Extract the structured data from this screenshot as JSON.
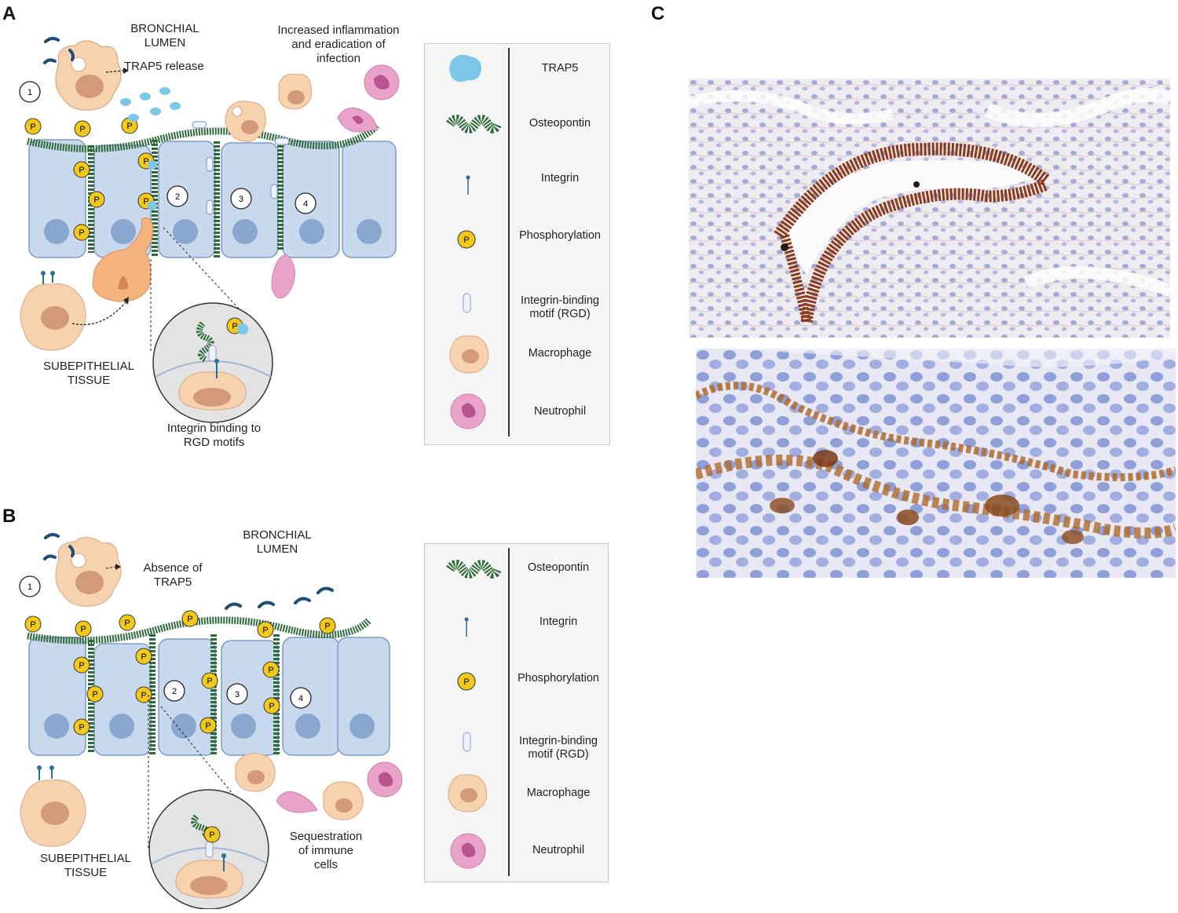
{
  "panels": {
    "a": {
      "letter": "A",
      "lumen_label": "BRONCHIAL\nLUMEN",
      "release_label": "TRAP5 release",
      "inflammation_label": "Increased inflammation\nand eradication of\ninfection",
      "tissue_label": "SUBEPITHELIAL\nTISSUE",
      "zoom_caption": "Integrin binding to\nRGD motifs",
      "steps": [
        "1",
        "2",
        "3",
        "4"
      ]
    },
    "b": {
      "letter": "B",
      "lumen_label": "BRONCHIAL\nLUMEN",
      "absence_label": "Absence of\nTRAP5",
      "tissue_label": "SUBEPITHELIAL\nTISSUE",
      "sequestration_label": "Sequestration\nof immune\ncells",
      "steps": [
        "1",
        "2",
        "3",
        "4"
      ]
    },
    "c": {
      "letter": "C"
    }
  },
  "phospho_symbol": "P",
  "legend_a": [
    {
      "icon": "trap5-icon",
      "label": "TRAP5"
    },
    {
      "icon": "osteopontin-icon",
      "label": "Osteopontin"
    },
    {
      "icon": "integrin-icon",
      "label": "Integrin"
    },
    {
      "icon": "phosphorylation-icon",
      "label": "Phosphorylation"
    },
    {
      "icon": "rgd-motif-icon",
      "label": "Integrin-binding\nmotif (RGD)"
    },
    {
      "icon": "macrophage-icon",
      "label": "Macrophage"
    },
    {
      "icon": "neutrophil-icon",
      "label": "Neutrophil"
    }
  ],
  "legend_b": [
    {
      "icon": "osteopontin-icon",
      "label": "Osteopontin"
    },
    {
      "icon": "integrin-icon",
      "label": "Integrin"
    },
    {
      "icon": "phosphorylation-icon",
      "label": "Phosphorylation"
    },
    {
      "icon": "rgd-motif-icon",
      "label": "Integrin-binding\nmotif (RGD)"
    },
    {
      "icon": "macrophage-icon",
      "label": "Macrophage"
    },
    {
      "icon": "neutrophil-icon",
      "label": "Neutrophil"
    }
  ],
  "colors": {
    "cell": "#c8d9ee",
    "cell_border": "#7b9bc9",
    "nucleus": "#8aa7cf",
    "osteopontin": "#2f6b3a",
    "phospho": "#f2c81a",
    "trap5": "#7cc7e8",
    "macrophage": "#f6d3ae",
    "macrophage_nucleus": "#d29a78",
    "neutrophil": "#e9a3c9",
    "bacteria": "#1f4d7a",
    "stain_brown": "#8b3a1a",
    "stain_blue": "#8fa0d8"
  }
}
